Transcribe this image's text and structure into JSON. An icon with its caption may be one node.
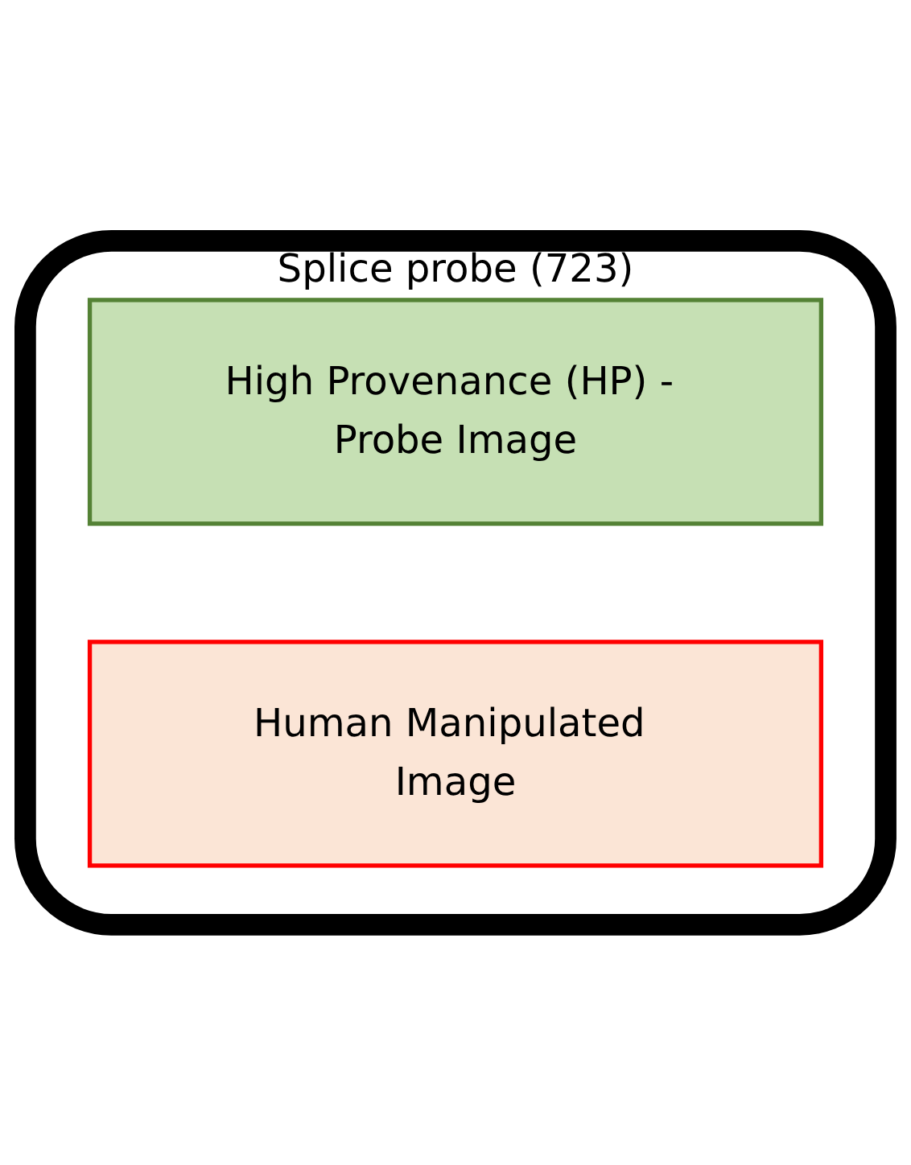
{
  "diagram": {
    "nodes": [
      {
        "text": [
          "Splice probe (723)"
        ]
      },
      {
        "text": [
          "High Provenance (HP) - Probe Image"
        ],
        "in": 0
      },
      {
        "text": [
          "Human Manipulated Image"
        ],
        "in": 0
      }
    ]
  }
}
